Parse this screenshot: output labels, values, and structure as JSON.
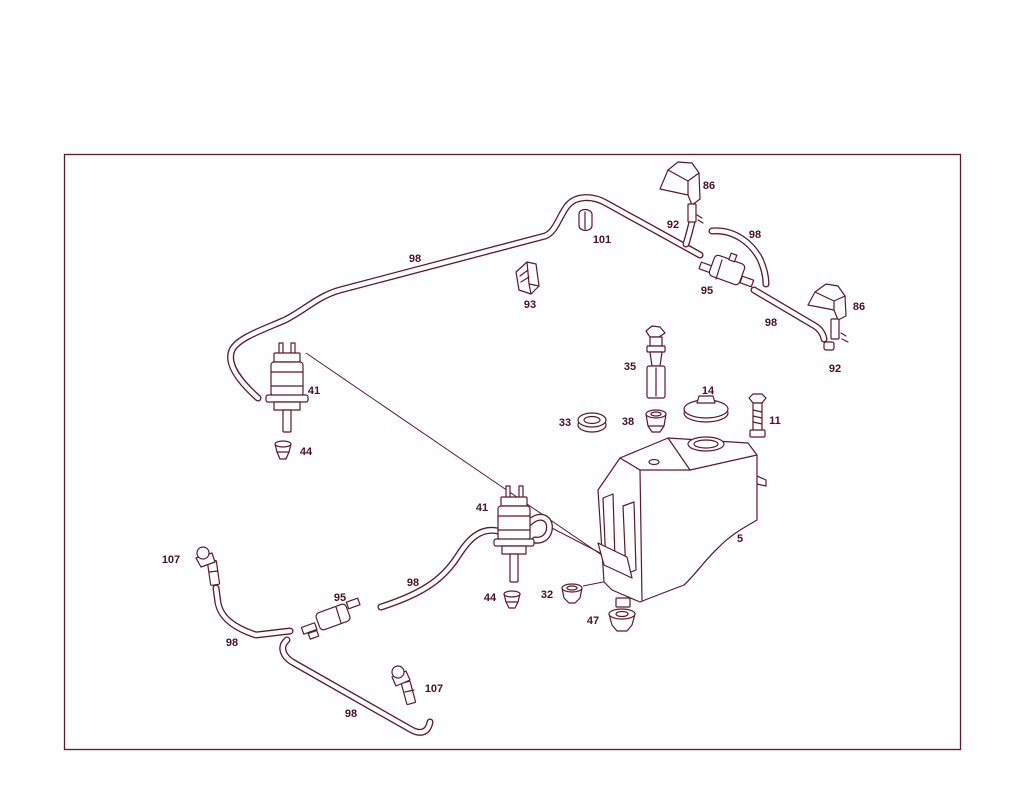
{
  "colors": {
    "line": "#5a1a2c",
    "label": "#4a1022",
    "background": "#ffffff"
  },
  "callouts": {
    "nozzle_top": "86",
    "stem_top": "92",
    "hose_top_right": "98",
    "clip_top": "101",
    "hose_top_long": "98",
    "clip_mid": "93",
    "connector_top": "95",
    "nozzle_right": "86",
    "hose_right": "98",
    "stem_right": "92",
    "sensor": "35",
    "cap": "14",
    "bolt": "11",
    "pump_upper": "41",
    "grommet_upper": "44",
    "grommet_ring": "33",
    "grommet_sensor": "38",
    "tank": "5",
    "pump_lower": "41",
    "nozzle_left": "107",
    "connector_bottom": "95",
    "hose_lower_mid": "98",
    "grommet_lower": "44",
    "grommet_tank": "32",
    "grommet_outlet": "47",
    "hose_lower_left": "98",
    "nozzle_bottom": "107",
    "hose_bottom": "98"
  }
}
